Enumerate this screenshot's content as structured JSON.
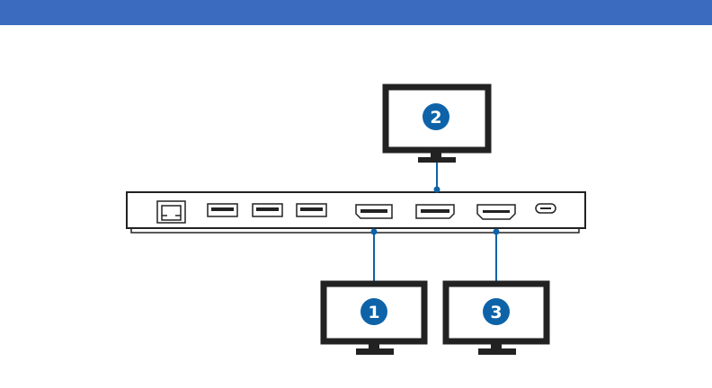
{
  "header": {
    "bar_color": "#3b6bbf"
  },
  "colors": {
    "accent": "#0e63a8",
    "line": "#222222",
    "white": "#ffffff"
  },
  "dock": {
    "ports": [
      {
        "name": "ethernet-port-icon"
      },
      {
        "name": "usb-a-port-icon"
      },
      {
        "name": "usb-a-port-icon"
      },
      {
        "name": "usb-a-port-icon"
      },
      {
        "name": "displayport-port-icon"
      },
      {
        "name": "displayport-port-icon"
      },
      {
        "name": "hdmi-port-icon"
      },
      {
        "name": "usb-c-port-icon"
      }
    ]
  },
  "monitors": [
    {
      "badge": "1",
      "icon": "monitor-icon"
    },
    {
      "badge": "2",
      "icon": "monitor-icon"
    },
    {
      "badge": "3",
      "icon": "monitor-icon"
    }
  ]
}
